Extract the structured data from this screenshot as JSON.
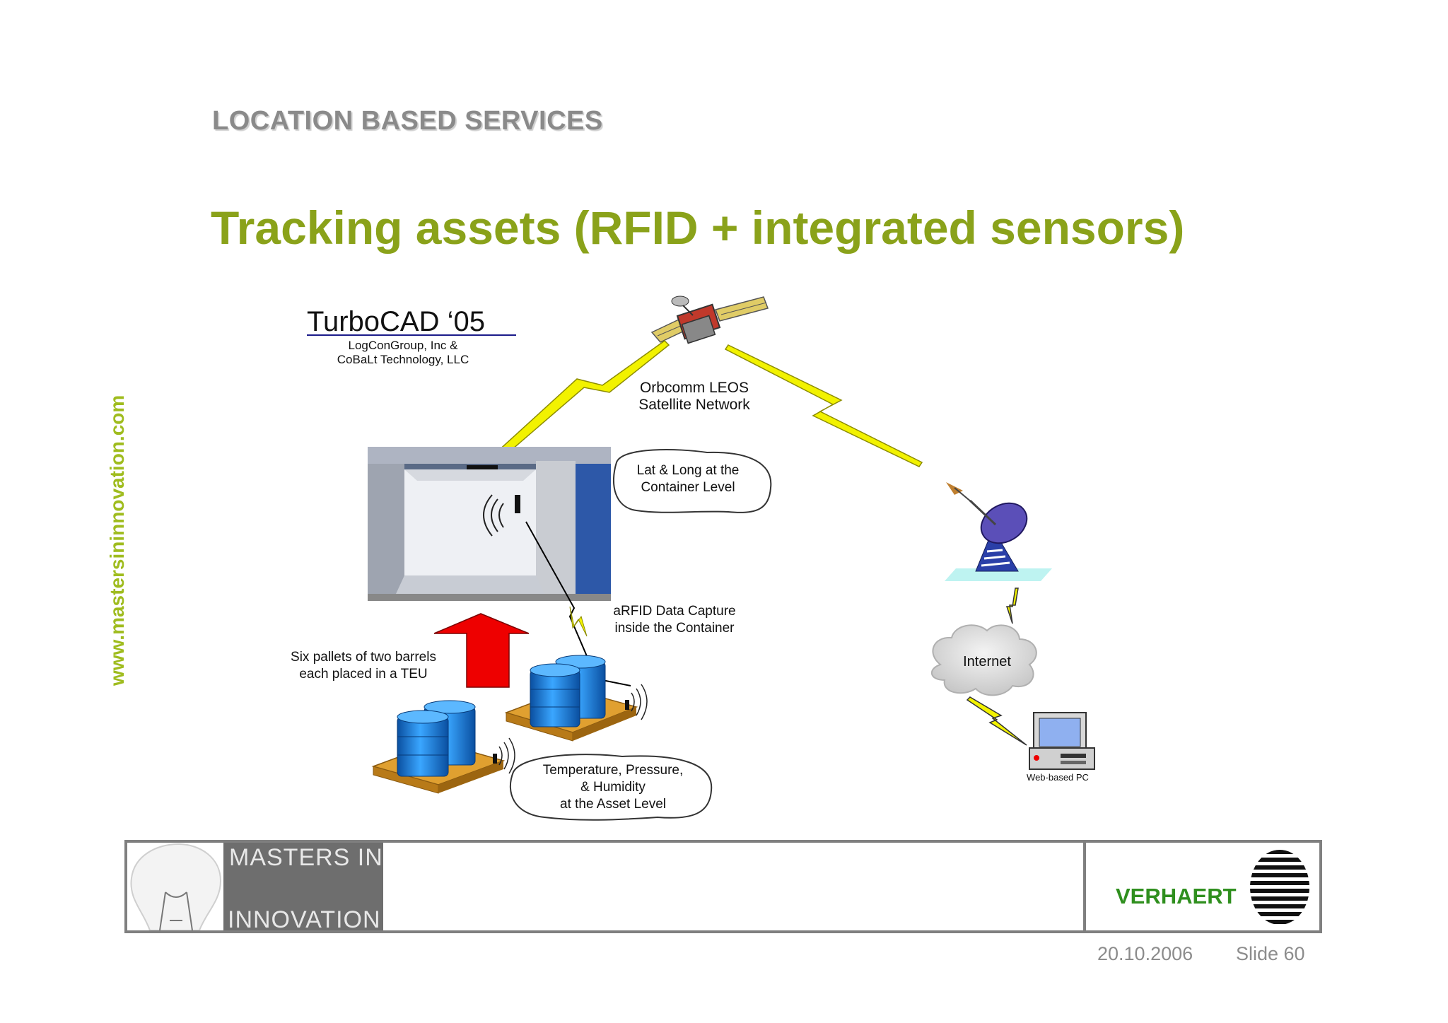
{
  "header": {
    "section_title": "LOCATION BASED SERVICES",
    "title": "Tracking assets (RFID + integrated sensors)"
  },
  "sidebar": {
    "url": "www.mastersininnovation.com"
  },
  "diagram": {
    "logo_title": "TurboCAD ‘05",
    "logo_line1": "LogConGroup, Inc &",
    "logo_line2": "CoBaLt Technology, LLC",
    "satellite_label_line1": "Orbcomm LEOS",
    "satellite_label_line2": "Satellite Network",
    "bubble_container_line1": "Lat & Long at the",
    "bubble_container_line2": "Container Level",
    "rfid_label_line1": "aRFID Data Capture",
    "rfid_label_line2": "inside the Container",
    "pallets_label_line1": "Six pallets of two barrels",
    "pallets_label_line2": "each placed in a TEU",
    "bubble_asset_line1": "Temperature, Pressure,",
    "bubble_asset_line2": "& Humidity",
    "bubble_asset_line3": "at the Asset Level",
    "internet_label": "Internet",
    "pc_label": "Web-based PC",
    "colors": {
      "lightning": "#f2f200",
      "arrow": "#ee0000",
      "barrel": "#1e7fd8",
      "pallet": "#e0a030",
      "accent_green": "#8aa21a"
    }
  },
  "footer": {
    "masters_line1": "MASTERS  IN",
    "masters_line2": "INNOVATION",
    "brand": "VERHAERT",
    "date": "20.10.2006",
    "slide": "Slide 60"
  }
}
